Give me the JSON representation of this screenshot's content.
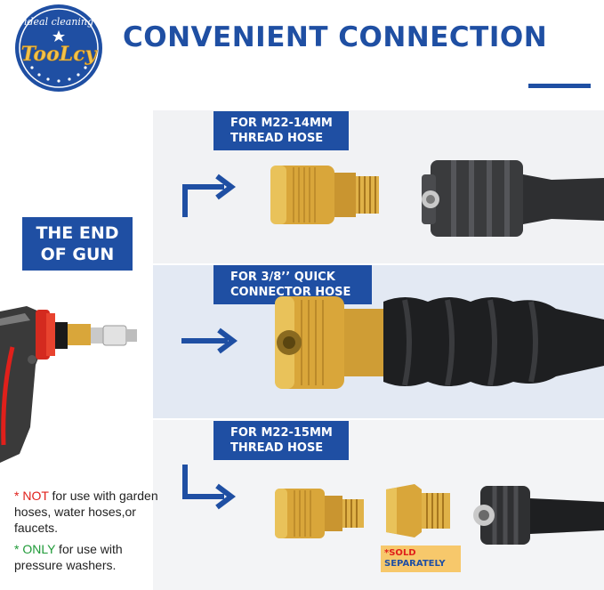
{
  "logo": {
    "top_text": "ideal cleaning",
    "brand": "TooLcy"
  },
  "header": {
    "title": "CONVENIENT CONNECTION"
  },
  "gun": {
    "label_line1": "THE END",
    "label_line2": "OF GUN"
  },
  "connections": [
    {
      "line1": "FOR M22-14MM",
      "line2": "THREAD HOSE"
    },
    {
      "line1": "FOR 3/8’’ QUICK",
      "line2": "CONNECTOR HOSE"
    },
    {
      "line1": "FOR M22-15MM",
      "line2": "THREAD HOSE"
    }
  ],
  "sold_badge": {
    "star": "*",
    "line1": "SOLD",
    "line2": "SEPARATELY"
  },
  "notes": {
    "note1_mark": "* NOT",
    "note1_text": " for use with garden hoses, water hoses,or faucets.",
    "note2_mark": "* ONLY",
    "note2_text": " for use with pressure washers."
  },
  "colors": {
    "brand_blue": "#1f4fa3",
    "brass": "#d9a63a",
    "warning_red": "#e0201b",
    "ok_green": "#1e9a37",
    "badge_orange": "#f7c86b"
  }
}
